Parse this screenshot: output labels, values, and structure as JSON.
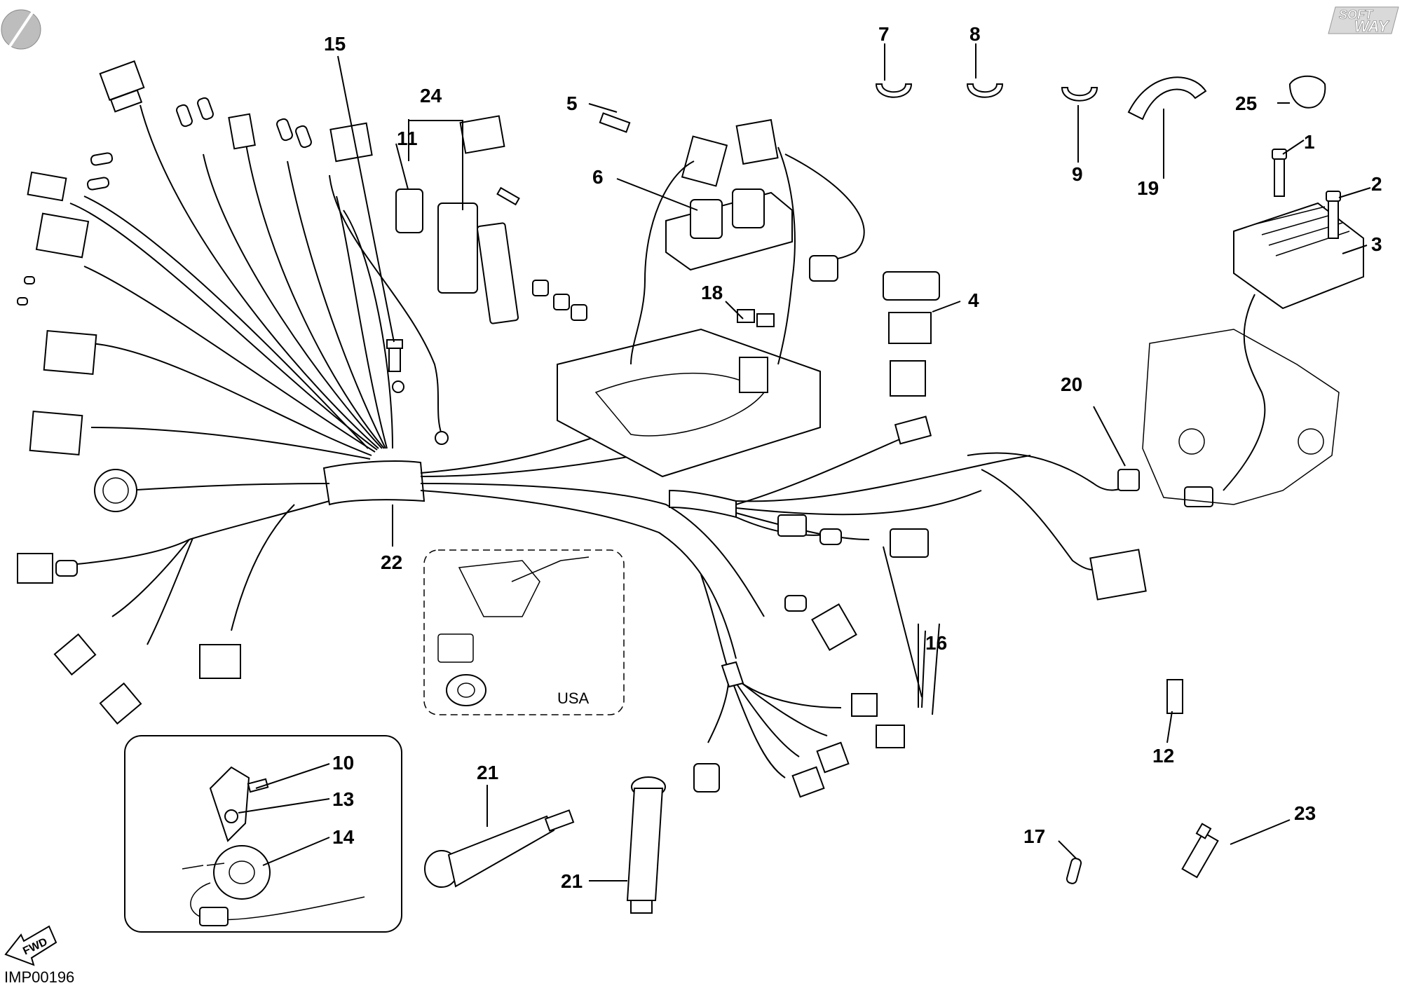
{
  "drawing_code": "IMP00196",
  "brand_logo": {
    "line1": "SOFT",
    "line2": "WAY"
  },
  "usa_inset_label": "USA",
  "fwd_arrow_label": "FWD",
  "callouts": [
    {
      "id": "c1",
      "number": "1"
    },
    {
      "id": "c2",
      "number": "2"
    },
    {
      "id": "c3",
      "number": "3"
    },
    {
      "id": "c4",
      "number": "4"
    },
    {
      "id": "c5",
      "number": "5"
    },
    {
      "id": "c6",
      "number": "6"
    },
    {
      "id": "c7",
      "number": "7"
    },
    {
      "id": "c8",
      "number": "8"
    },
    {
      "id": "c9",
      "number": "9"
    },
    {
      "id": "c10",
      "number": "10"
    },
    {
      "id": "c11",
      "number": "11"
    },
    {
      "id": "c12",
      "number": "12"
    },
    {
      "id": "c13",
      "number": "13"
    },
    {
      "id": "c14",
      "number": "14"
    },
    {
      "id": "c15",
      "number": "15"
    },
    {
      "id": "c16",
      "number": "16"
    },
    {
      "id": "c17",
      "number": "17"
    },
    {
      "id": "c18",
      "number": "18"
    },
    {
      "id": "c19",
      "number": "19"
    },
    {
      "id": "c20",
      "number": "20"
    },
    {
      "id": "c21a",
      "number": "21"
    },
    {
      "id": "c21b",
      "number": "21"
    },
    {
      "id": "c22",
      "number": "22"
    },
    {
      "id": "c23",
      "number": "23"
    },
    {
      "id": "c24",
      "number": "24"
    },
    {
      "id": "c25",
      "number": "25"
    }
  ]
}
